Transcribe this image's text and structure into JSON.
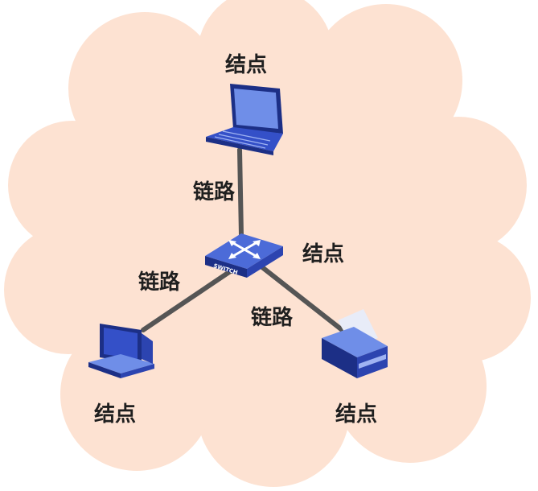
{
  "diagram": {
    "nodes": {
      "top": {
        "label": "结点",
        "icon": "laptop-icon"
      },
      "center": {
        "label": "结点",
        "icon": "switch-icon",
        "device_text": "SWITCH"
      },
      "bottom_left": {
        "label": "结点",
        "icon": "desktop-computer-icon"
      },
      "bottom_right": {
        "label": "结点",
        "icon": "printer-icon"
      }
    },
    "links": {
      "top": {
        "label": "链路"
      },
      "left": {
        "label": "链路"
      },
      "right": {
        "label": "链路"
      }
    },
    "colors": {
      "cloud": "#fde2d2",
      "link": "#555555",
      "device_dark": "#1c2f86",
      "device_mid": "#3450c8",
      "device_light": "#6f8ee8",
      "text": "#1f1f1f"
    }
  }
}
